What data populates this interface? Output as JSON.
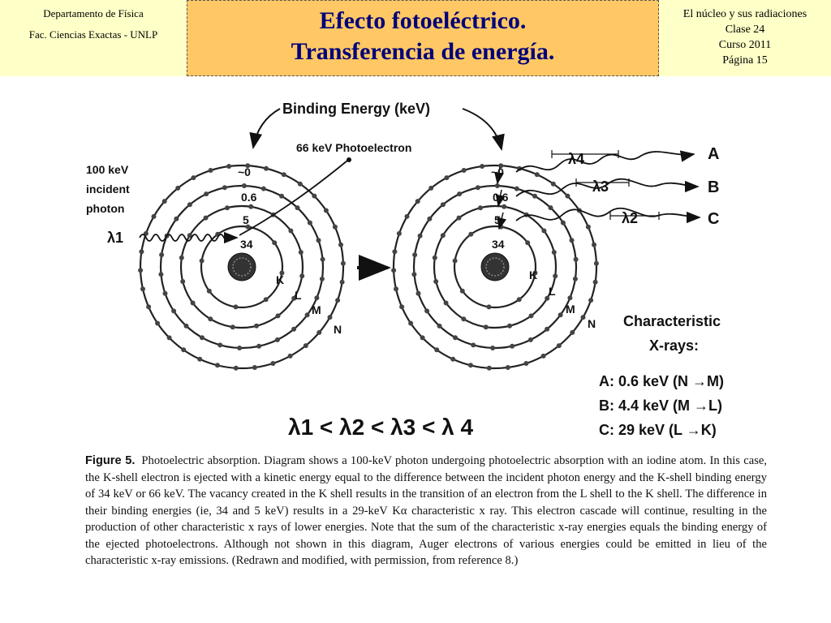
{
  "header": {
    "left_line1": "Departamento de Física",
    "left_line2": "Fac. Ciencias Exactas - UNLP",
    "title_line1": "Efecto fotoeléctrico.",
    "title_line2": "Transferencia de energía.",
    "right_line1": "El núcleo y sus radiaciones",
    "right_line2": "Clase 24",
    "right_line3": "Curso 2011",
    "right_line4": "Página 15"
  },
  "diagram": {
    "binding_energy_label": "Binding Energy (keV)",
    "photoelectron_label": "66 keV Photoelectron",
    "incident_line1": "100 keV",
    "incident_line2": "incident",
    "incident_line3": "photon",
    "lambda1_label": "λ1",
    "shell_energies": [
      "~0",
      "0.6",
      "5",
      "34"
    ],
    "shell_names": [
      "K",
      "L",
      "M",
      "N"
    ],
    "xray_labels": [
      "A",
      "B",
      "C"
    ],
    "lambda_labels": [
      "λ4",
      "λ3",
      "λ2"
    ],
    "char_title_line1": "Characteristic",
    "char_title_line2": "X-rays:",
    "xray_lines": [
      "A: 0.6 keV (N →M)",
      "B: 4.4 keV (M →L)",
      "C: 29 keV  (L →K)"
    ],
    "lambda_relation": "λ1 < λ2 < λ3 < λ 4"
  },
  "caption": {
    "figure_label": "Figure 5.",
    "text": "Photoelectric absorption. Diagram shows a 100-keV photon undergoing photoelectric absorption with an iodine atom. In this case, the K-shell electron is ejected with a kinetic energy equal to the difference between the incident photon energy and the K-shell binding energy of 34 keV or 66 keV. The vacancy created in the K shell results in the transition of an electron from the L shell to the K shell. The difference in their binding energies (ie, 34 and 5 keV) results in a 29-keV Kα characteristic x ray. This electron cascade will continue, resulting in the production of other characteristic x rays of lower energies. Note that the sum of the characteristic x-ray energies equals the binding energy of the ejected photoelectrons. Although not shown in this diagram, Auger electrons of various energies could be emitted in lieu of the characteristic x-ray emissions. (Redrawn and modified, with permission, from reference 8.)"
  },
  "colors": {
    "header_side_bg": "#ffffc8",
    "header_center_bg": "#ffc864",
    "title_color": "#00007a"
  }
}
